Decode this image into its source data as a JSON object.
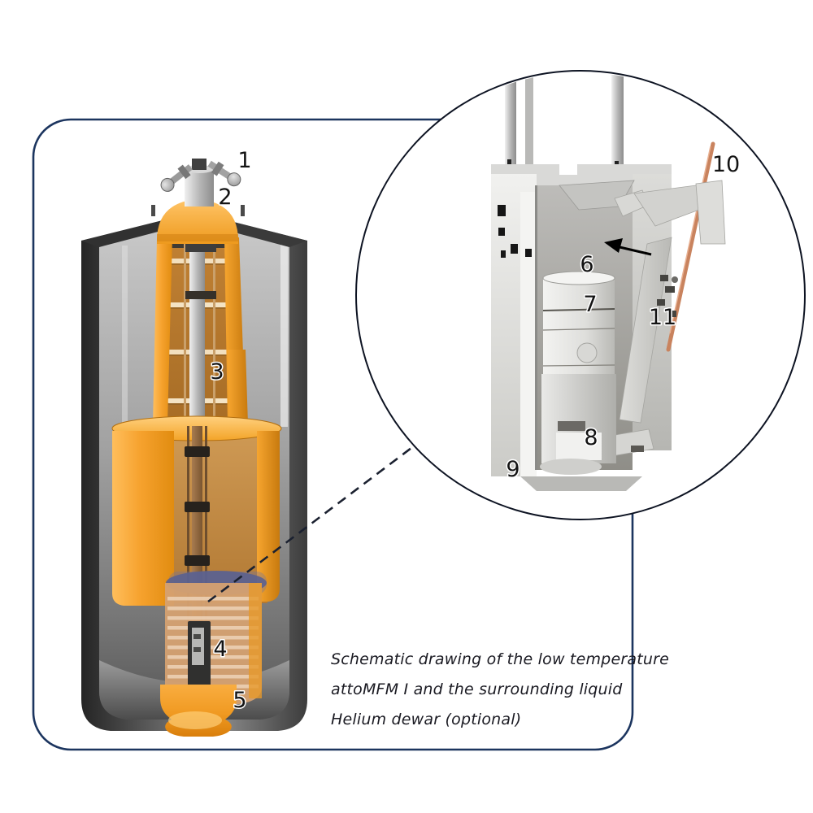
{
  "caption": {
    "lines": [
      "Schematic drawing of the low temperature",
      "attoMFM I and the surrounding liquid",
      "Helium dewar (optional)"
    ]
  },
  "callouts": {
    "c1": "1",
    "c2": "2",
    "c3": "3",
    "c4": "4",
    "c5": "5",
    "c6": "6",
    "c7": "7",
    "c8": "8",
    "c9": "9",
    "c10": "10",
    "c11": "11"
  },
  "colors": {
    "frame_border": "#1c355f",
    "circle_outline": "#0d1322",
    "connector": "#1b2130",
    "insert_orange": "#f4a02c",
    "dewar_gray": "#6a6a6a",
    "helium_blue": "#5a6190",
    "copper_rod": "#c9835e",
    "label_text": "#141414",
    "caption_text": "#1a1a22"
  }
}
